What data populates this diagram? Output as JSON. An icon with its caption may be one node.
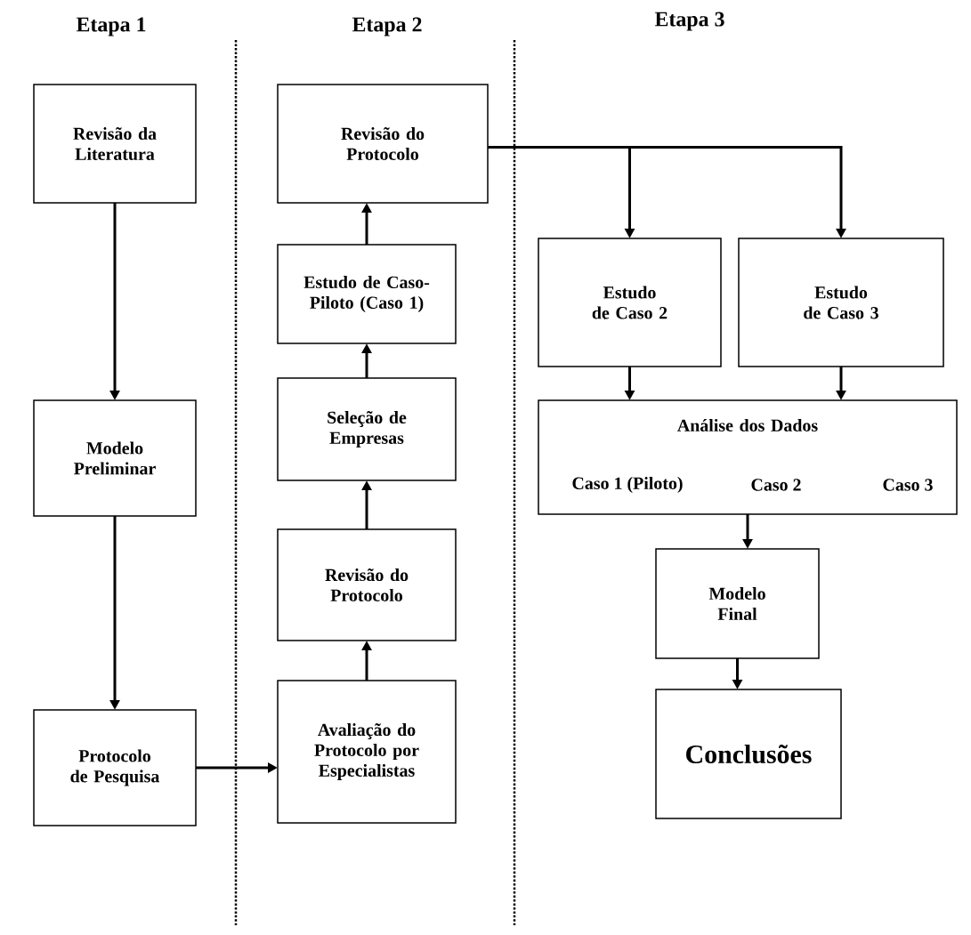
{
  "diagram": {
    "nodes": [
      {
        "text": [
          "Revisão da Literatura"
        ]
      },
      {
        "text": [
          "Modelo Preliminar"
        ]
      },
      {
        "text": [
          "Protocolo de Pesquisa"
        ]
      },
      {
        "text": [
          "Revisão do Protocolo"
        ]
      },
      {
        "text": [
          "Estudo de Caso-Piloto (Caso 1)"
        ]
      },
      {
        "text": [
          "Seleção de Empresas"
        ]
      },
      {
        "text": [
          "Revisão do Protocolo"
        ]
      },
      {
        "text": [
          "Avaliação do Protocolo por Especialistas"
        ]
      },
      {
        "text": [
          "Estudo de Caso 2"
        ]
      },
      {
        "text": [
          "Estudo de Caso 3"
        ]
      },
      {
        "text": [
          "Análise dos Dados",
          "Caso 1 (Piloto)",
          "Caso 2",
          "Caso 3"
        ]
      },
      {
        "text": [
          "Modelo Final"
        ]
      },
      {
        "text": [
          "Conclusões"
        ]
      }
    ],
    "edges": [
      {
        "from": 0,
        "to": 1,
        "arrow": "to"
      },
      {
        "from": 1,
        "to": 2,
        "arrow": "to"
      },
      {
        "from": 2,
        "to": 7,
        "arrow": "to"
      },
      {
        "from": 7,
        "to": 6,
        "arrow": "to"
      },
      {
        "from": 6,
        "to": 5,
        "arrow": "to"
      },
      {
        "from": 5,
        "to": 4,
        "arrow": "to"
      },
      {
        "from": 4,
        "to": 3,
        "arrow": "to"
      },
      {
        "from": 3,
        "to": 8,
        "arrow": "to"
      },
      {
        "from": 3,
        "to": 9,
        "arrow": "to"
      },
      {
        "from": 8,
        "to": 10,
        "arrow": "to"
      },
      {
        "from": 9,
        "to": 10,
        "arrow": "to"
      },
      {
        "from": 10,
        "to": 11,
        "arrow": "to"
      },
      {
        "from": 11,
        "to": 12,
        "arrow": "to"
      }
    ],
    "labels": [
      "Etapa 1",
      "Etapa 2",
      "Etapa 3"
    ]
  }
}
